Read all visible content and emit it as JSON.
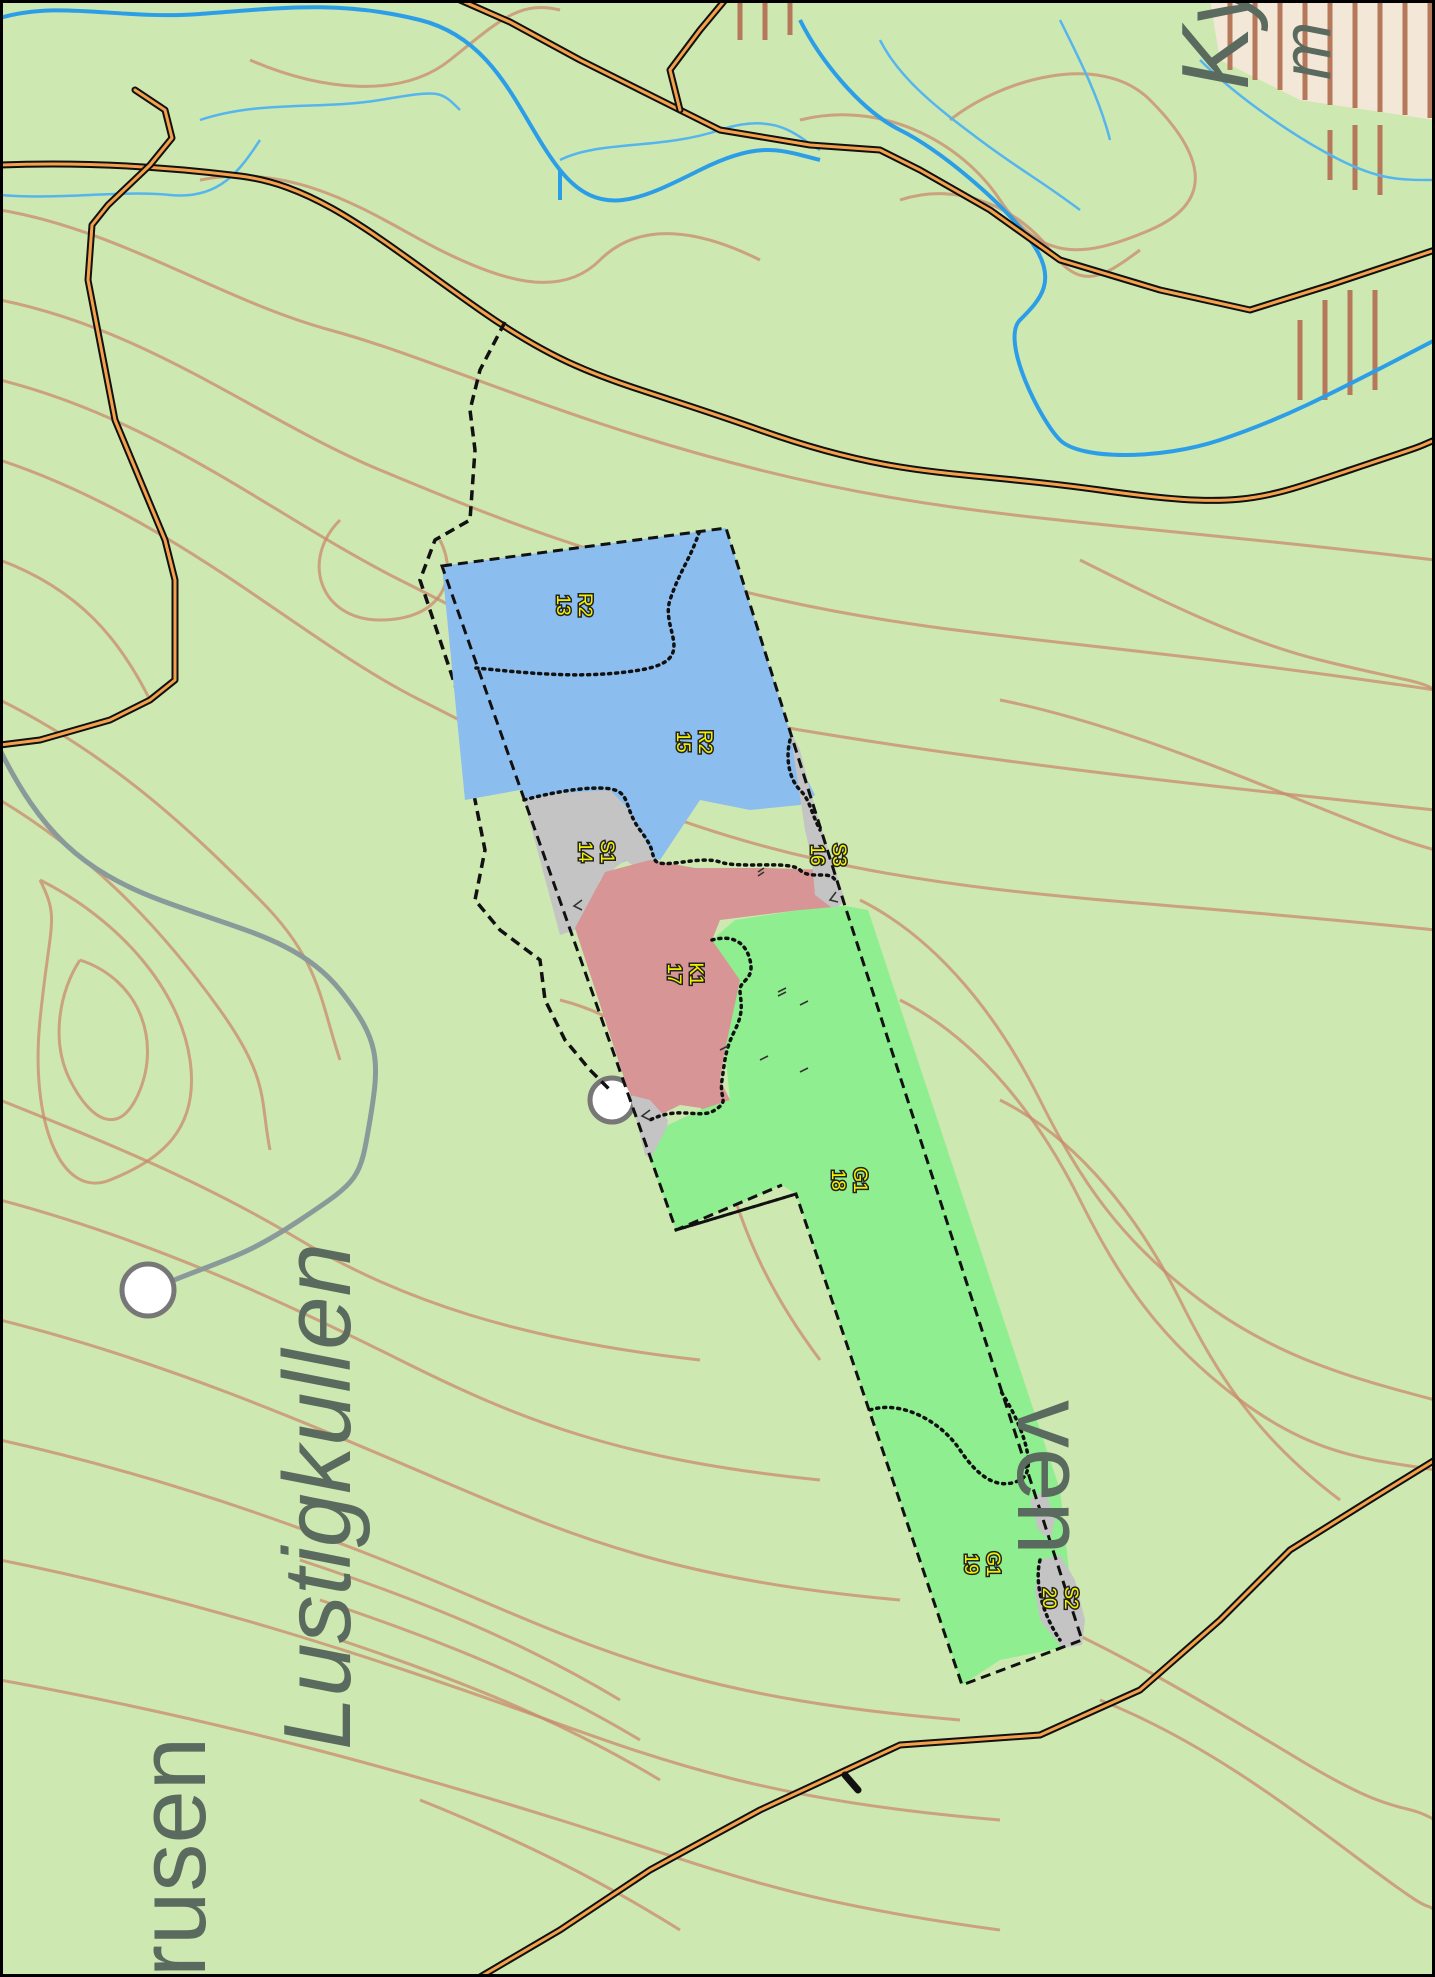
{
  "map": {
    "place_names": {
      "lustigkullen": "Lustigkullen",
      "rusen": "rusen",
      "ven": "ven",
      "top_right": "Ky",
      "top_right_2": "m"
    },
    "stands": [
      {
        "id": "13",
        "code": "R2",
        "color": "#8bbdee"
      },
      {
        "id": "15",
        "code": "R2",
        "color": "#8bbdee"
      },
      {
        "id": "14",
        "code": "S1",
        "color": "#c4c4c4"
      },
      {
        "id": "16",
        "code": "S3",
        "color": "#c4c4c4"
      },
      {
        "id": "17",
        "code": "K1",
        "color": "#d89595"
      },
      {
        "id": "18",
        "code": "G1",
        "color": "#8fee8f"
      },
      {
        "id": "19",
        "code": "G1",
        "color": "#8fee8f"
      },
      {
        "id": "20",
        "code": "S2",
        "color": "#c4c4c4"
      }
    ],
    "colors": {
      "background": "#cde8b0",
      "contour": "#c98a6e",
      "water": "#2c9ee8",
      "road": "#f5a04a",
      "label_text": "#f2f200"
    }
  }
}
